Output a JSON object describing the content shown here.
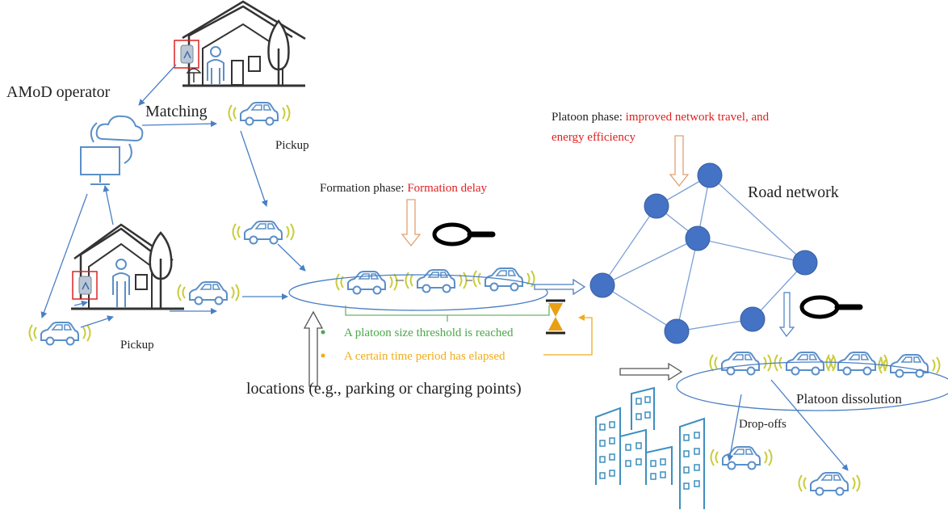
{
  "labels": {
    "amod_operator": "AMoD operator",
    "matching": "Matching",
    "pickup_top": "Pickup",
    "pickup_bottom": "Pickup",
    "formation_phase_prefix": "Formation phase: ",
    "formation_phase_value": "Formation delay",
    "platoon_phase_prefix": "Platoon phase: ",
    "platoon_phase_value_line1": "improved network travel, and",
    "platoon_phase_value_line2": "energy efficiency",
    "road_network": "Road network",
    "condition_1": "A platoon size threshold is reached",
    "condition_2": "A certain time period has elapsed",
    "locations": "locations (e.g., parking or charging points)",
    "platoon_dissolution": "Platoon dissolution",
    "drop_offs": "Drop-offs"
  },
  "icons": [
    "house-icon",
    "tree-icon",
    "person-icon",
    "smartphone-icon",
    "flower-icon",
    "cloud-icon",
    "computer-icon",
    "sync-arrows-icon",
    "car-icon",
    "magnifier-icon",
    "hourglass-icon",
    "building-icon",
    "road-network-icon"
  ],
  "colors": {
    "accent_blue": "#4a7fc4",
    "node_blue": "#4472c4",
    "car_outline": "#5b8fc7",
    "signal_yellow": "#c8cc3a",
    "highlight_red": "#e02020",
    "condition_green": "#4aa84a",
    "condition_orange": "#f2ac1a",
    "down_arrow_orange": "#e0a070"
  }
}
